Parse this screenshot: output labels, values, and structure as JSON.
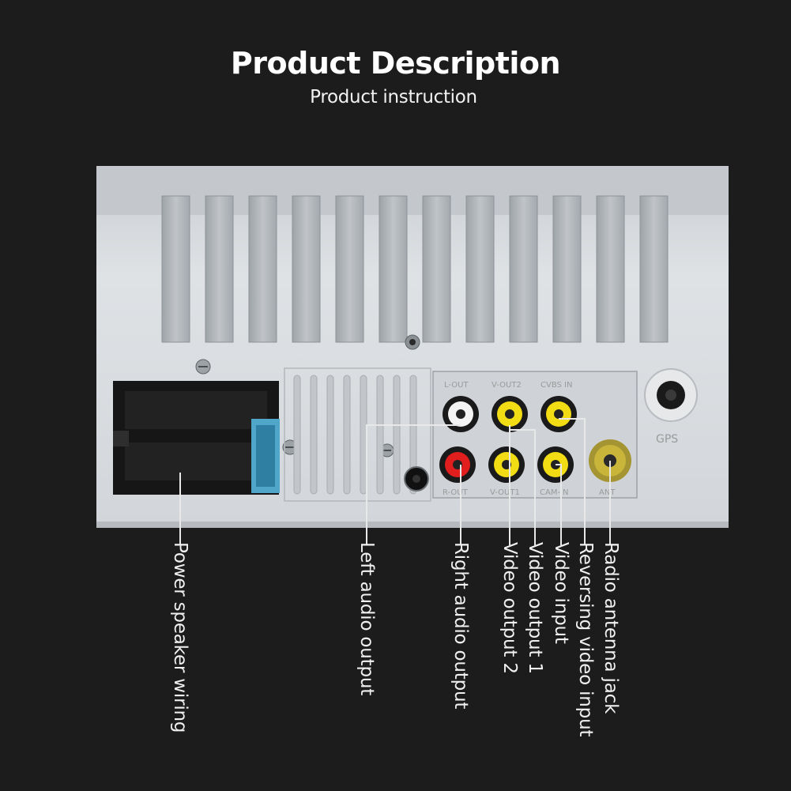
{
  "header": {
    "title": "Product Description",
    "subtitle": "Product instruction"
  },
  "panel_markings": {
    "top_row": [
      "L-OUT",
      "V-OUT2",
      "CVBS IN"
    ],
    "bottom_row": [
      "R-OUT",
      "V-OUT1",
      "CAM-IN",
      "ANT"
    ],
    "gps": "GPS"
  },
  "callouts": [
    "Power speaker wiring",
    "Left audio output",
    "Right audio output",
    "Video output 2",
    "Video output 1",
    "Video input",
    "Reversing video input",
    "Radio antenna jack"
  ],
  "colors": {
    "background": "#1c1c1c",
    "chassis": "#d4d8dc",
    "jack_white": "#f4f4f4",
    "jack_yellow": "#f2dc14",
    "jack_red": "#e01e1e",
    "antenna_gold": "#c9b53a",
    "connector": "#161616",
    "fuse": "#4fa6c8"
  }
}
